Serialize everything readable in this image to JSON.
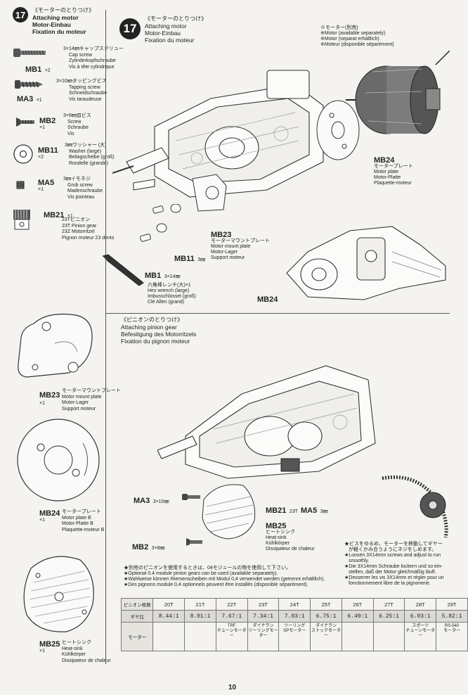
{
  "left_column": {
    "step_number": "17",
    "title_jp": "《モーターのとりつけ》",
    "title_en": "Attaching motor",
    "title_de": "Motor-Einbau",
    "title_fr": "Fixation du moteur",
    "parts": [
      {
        "code": "MB1",
        "qty": "×2",
        "size_jp": "3×14㎜キャップスクリュー",
        "desc": [
          "Cap screw",
          "Zylinderkopfschraube",
          "Vis à tête cylindrique"
        ]
      },
      {
        "code": "MA3",
        "qty": "×1",
        "size_jp": "3×10㎜タッピングビス",
        "desc": [
          "Tapping screw",
          "Schneidschraube",
          "Vis taraudeuse"
        ]
      },
      {
        "code": "MB2",
        "qty": "×1",
        "size_jp": "3×8㎜皿ビス",
        "desc": [
          "Screw",
          "Schraube",
          "Vis"
        ]
      },
      {
        "code": "MB11",
        "qty": "×2",
        "size_jp": "3㎜ワッシャー (大)",
        "desc": [
          "Washer (large)",
          "Beilagscheibe (groß)",
          "Rondelle (grande)"
        ]
      },
      {
        "code": "MA5",
        "qty": "×1",
        "size_jp": "3㎜イモネジ",
        "desc": [
          "Grub screw",
          "Madenschraube",
          "Vis pointeau"
        ]
      },
      {
        "code": "MB21",
        "qty": "×1",
        "size_jp": "23Tピニオン",
        "desc": [
          "23T Pinion gear",
          "23Z Motorritzel",
          "Pignon moteur 23 dents"
        ]
      }
    ],
    "plates": [
      {
        "code": "MB23",
        "qty": "×1",
        "name_jp": "モーターマウントプレート",
        "desc": [
          "Motor mount plate",
          "Motor-Lager",
          "Support moteur"
        ]
      },
      {
        "code": "MB24",
        "qty": "×1",
        "name_jp": "モータープレート",
        "desc": [
          "Motor plate B",
          "Motor-Platte B",
          "Plaquette-moteur B"
        ]
      },
      {
        "code": "MB25",
        "qty": "×1",
        "name_jp": "ヒートシンク",
        "desc": [
          "Heat-sink",
          "Kühlkörper",
          "Dissipateur de chaleur"
        ]
      }
    ]
  },
  "main_top": {
    "step_number": "17",
    "title_jp": "《モーターのとりつけ》",
    "title_en": "Attaching motor",
    "title_de": "Motor-Einbau",
    "title_fr": "Fixation du moteur",
    "motor_note_jp": "※モーター(別売)",
    "motor_note": [
      "※Motor (available separately)",
      "※Motor (separat erhältlich)",
      "※Moteur (disponible séparément)"
    ],
    "mb24_label": "MB24",
    "mb24_jp": "モータープレート",
    "mb24_desc": [
      "Motor plate",
      "Motor-Platte",
      "Plaquette-moteur"
    ],
    "mb23_label": "MB23",
    "mb23_jp": "モーターマウントプレート",
    "mb23_desc": [
      "Motor mount plate",
      "Motor-Lager",
      "Support moteur"
    ],
    "mb11_label": "MB11",
    "mb11_size": "3㎜",
    "mb1_label": "MB1",
    "mb1_size": "3×14㎜",
    "wrench_jp": "六角棒レンチ(大)×1",
    "wrench_desc": [
      "Hex wrench (large)",
      "Imbusschlüssel (groß)",
      "Clé Allen (grand)"
    ],
    "mb24_inset_label": "MB24"
  },
  "main_bottom": {
    "title_jp": "《ピニオンのとりつけ》",
    "title_en": "Attaching pinion gear",
    "title_de": "Befestigung des Motorritzels",
    "title_fr": "Fixation du pignon moteur",
    "ma3_label": "MA3",
    "ma3_size": "3×10㎜",
    "mb21_label": "MB21",
    "mb21_size": "23T",
    "ma5_label": "MA5",
    "ma5_size": "3㎜",
    "mb25_label": "MB25",
    "mb25_jp": "ヒートシンク",
    "mb25_desc": [
      "Heat-sink",
      "Kühlkörper",
      "Dissipateur de chaleur"
    ],
    "mb2_label": "MB2",
    "mb2_size": "3×8㎜",
    "right_note_jp": [
      "★ビスをゆるめ、モーターを移動してギヤー",
      "が軽くかみ合うようにネジをしめます。"
    ],
    "right_note": [
      "★Loosen 3X14mm screws and adjust to run",
      "smoothly.",
      "★Die 3X14mm Schraube lockern und so ein-",
      "stellen, daß der Motor gleichmäßig läuft.",
      "★Desserrer les vis 3X14mm et régler pour un",
      "fonctionnement libre de la pignonerie."
    ],
    "option_note_jp": "★別売のピニオンを使用するときは、04モジュールの物を使用して下さい。",
    "option_notes": [
      "★Optional 0.4 module pinion gears can be used (available separately).",
      "★Wahlweise können Riemenscheiben mit Modul 0,4 verwendet werden (getrennt erhältlich).",
      "★Des pignons module 0,4 optionnels peuvent être installés (disponible séparément)."
    ]
  },
  "gear_table": {
    "header_label": "ピニオン枚数",
    "ratio_label": "ギヤ比",
    "motor_label": "モーター",
    "teeth": [
      "20T",
      "21T",
      "22T",
      "23T",
      "24T",
      "25T",
      "26T",
      "27T",
      "28T",
      "29T"
    ],
    "ratios": [
      "8.44:1",
      "8.01:1",
      "7.67:1",
      "7.34:1",
      "7.03:1",
      "6.75:1",
      "6.49:1",
      "6.25:1",
      "6.03:1",
      "5.82:1"
    ],
    "motors": [
      "",
      "",
      "TRF\nチューンモーター",
      "ダイナラン\nツーリングモーター",
      "ツーリング\nSPモーター",
      "ダイナラン\nストックモーター",
      "",
      "",
      "スポーツ\nチューンモーター",
      "RS-540\nモーター"
    ]
  },
  "page_number": "10"
}
